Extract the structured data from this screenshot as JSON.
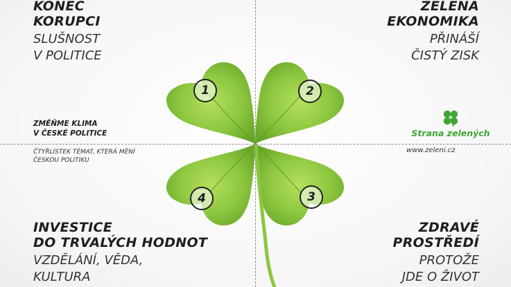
{
  "quadrants": {
    "top_left": {
      "heading": [
        "KONEC",
        "KORUPCI"
      ],
      "sub": [
        "SLUŠNOST",
        "V POLITICE"
      ],
      "number": "1"
    },
    "top_right": {
      "heading": [
        "ZELENÁ",
        "EKONOMIKA"
      ],
      "sub": [
        "PŘINÁŠÍ",
        "ČISTÝ ZISK"
      ],
      "number": "2"
    },
    "bottom_right": {
      "heading": [
        "ZDRAVÉ",
        "PROSTŘEDÍ"
      ],
      "sub": [
        "PROTOŽE",
        "JDE O ŽIVOT"
      ],
      "number": "3"
    },
    "bottom_left": {
      "heading": [
        "INVESTICE",
        "DO TRVALÝCH HODNOT"
      ],
      "sub": [
        "VZDĚLÁNÍ, VĚDA,",
        "KULTURA"
      ],
      "number": "4"
    }
  },
  "slogan": [
    "ZMĚŇME KLIMA",
    "V ČESKÉ POLITICE"
  ],
  "subslogan": [
    "ČTYŘLÍSTEK TÉMAT, KTERÁ MĚNÍ",
    "ČESKOU POLITIKU"
  ],
  "logo": {
    "name": "Strana zelených",
    "url": "www.zeleni.cz",
    "icon": "four-leaf-clover-icon"
  },
  "colors": {
    "leaf": "#8cc63f",
    "leaf_dark": "#5a9a1e",
    "brand_green": "#3fa535",
    "text": "#1e1e1e"
  }
}
